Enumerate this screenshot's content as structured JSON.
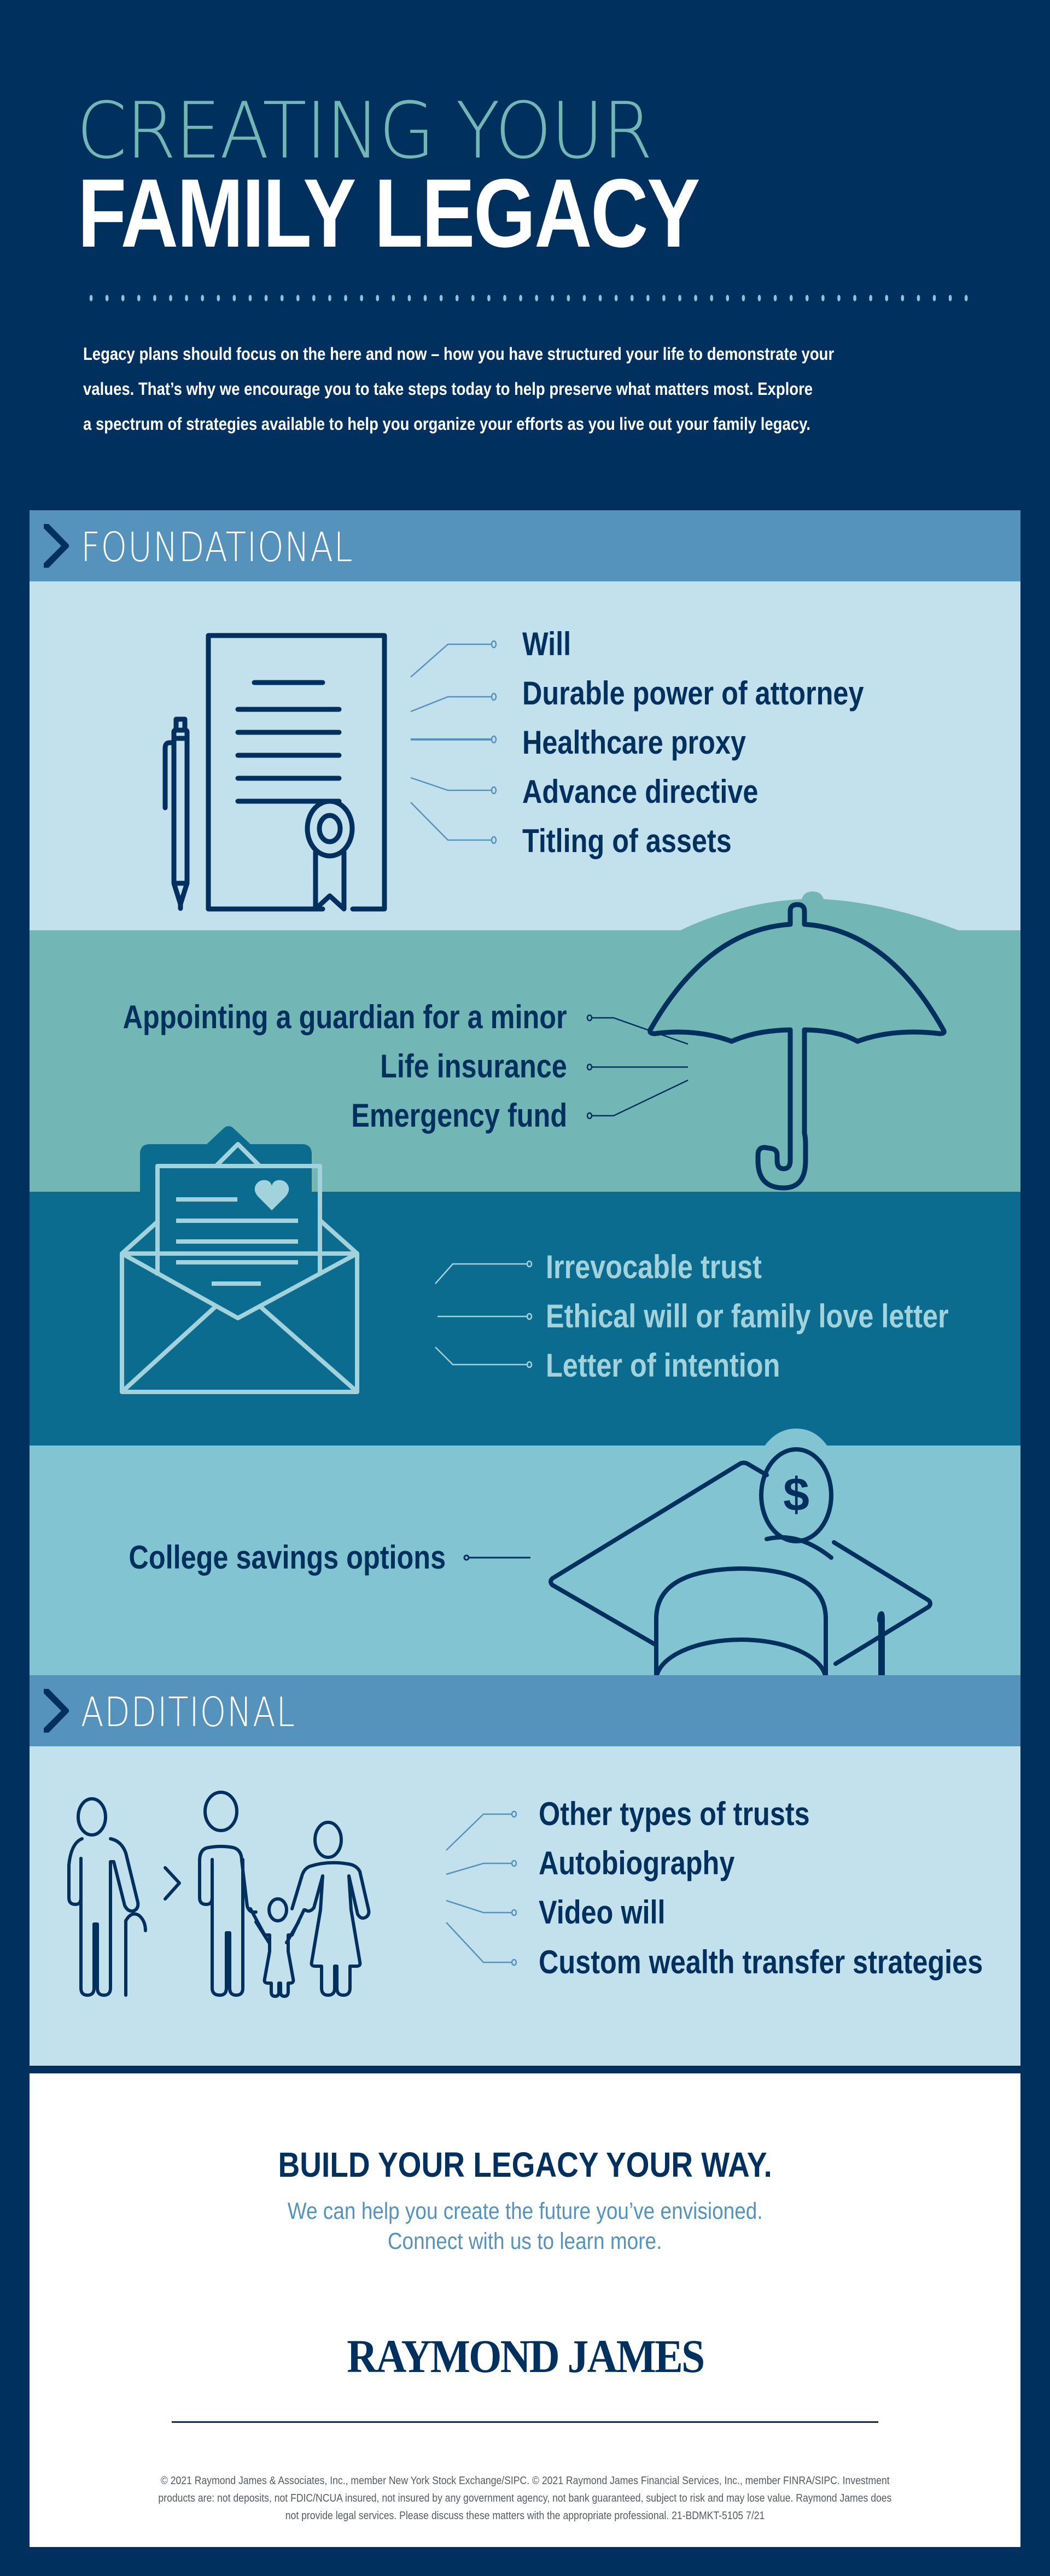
{
  "header": {
    "title_line1": "CREATING YOUR",
    "title_line2": "FAMILY LEGACY",
    "intro": [
      "Legacy plans should focus on the here and now – how you have structured your life to demonstrate your",
      "values. That’s why we encourage you to take steps today to help preserve what matters most. Explore",
      "a spectrum of strategies available to help you organize your efforts as you live out your family legacy."
    ]
  },
  "colors": {
    "navy": "#00305e",
    "section_header": "#5593bd",
    "light_blue": "#c3e1ec",
    "teal": "#72b7b5",
    "deep_teal": "#0c6c8f",
    "aqua": "#82c4d1",
    "dots": "#86c6dc",
    "white": "#ffffff"
  },
  "foundational": {
    "label": "FOUNDATIONAL",
    "icon": "chevron-right-icon",
    "groups": [
      {
        "icon": "document-certificate-pen-icon",
        "items": [
          "Will",
          "Durable power of attorney",
          "Healthcare proxy",
          "Advance directive",
          "Titling of assets"
        ]
      },
      {
        "icon": "umbrella-icon",
        "items": [
          "Appointing a guardian for a minor",
          "Life insurance",
          "Emergency fund"
        ]
      },
      {
        "icon": "envelope-letter-heart-icon",
        "items": [
          "Irrevocable trust",
          "Ethical will or family love letter",
          "Letter of intention"
        ]
      },
      {
        "icon": "graduation-cap-dollar-icon",
        "items": [
          "College savings options"
        ]
      }
    ]
  },
  "additional": {
    "label": "ADDITIONAL",
    "icon": "chevron-right-icon",
    "groups": [
      {
        "icon": "family-generations-icon",
        "items": [
          "Other types of trusts",
          "Autobiography",
          "Video will",
          "Custom wealth transfer strategies"
        ]
      }
    ]
  },
  "cta": {
    "title": "BUILD YOUR LEGACY YOUR WAY.",
    "subtitle_line1": "We can help you create the future you’ve envisioned.",
    "subtitle_line2": "Connect with us to learn more.",
    "logo": "RAYMOND JAMES"
  },
  "disclaimer": [
    "© 2021 Raymond James & Associates, Inc., member New York Stock Exchange/SIPC. © 2021 Raymond James Financial Services, Inc., member FINRA/SIPC. Investment",
    "products are: not deposits, not FDIC/NCUA insured, not insured by any government agency, not bank guaranteed, subject to risk and may lose value. Raymond James does",
    "not provide legal services. Please discuss these matters with the appropriate professional. 21-BDMKT-5105 7/21"
  ]
}
